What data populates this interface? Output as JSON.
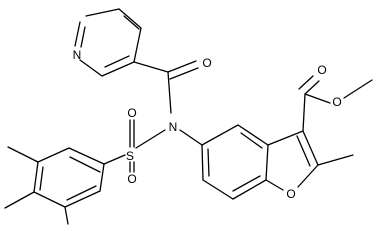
{
  "molecule": {
    "atom_labels": {
      "pyridine_nitrogen": "N",
      "amide_oxygen": "O",
      "sulfonamide_nitrogen": "N",
      "sulfur": "S",
      "sulfonyl_oxygen_upper": "O",
      "sulfonyl_oxygen_lower": "O",
      "ester_carbonyl_oxygen": "O",
      "ester_alkoxy_oxygen": "O",
      "furan_oxygen": "O"
    }
  }
}
